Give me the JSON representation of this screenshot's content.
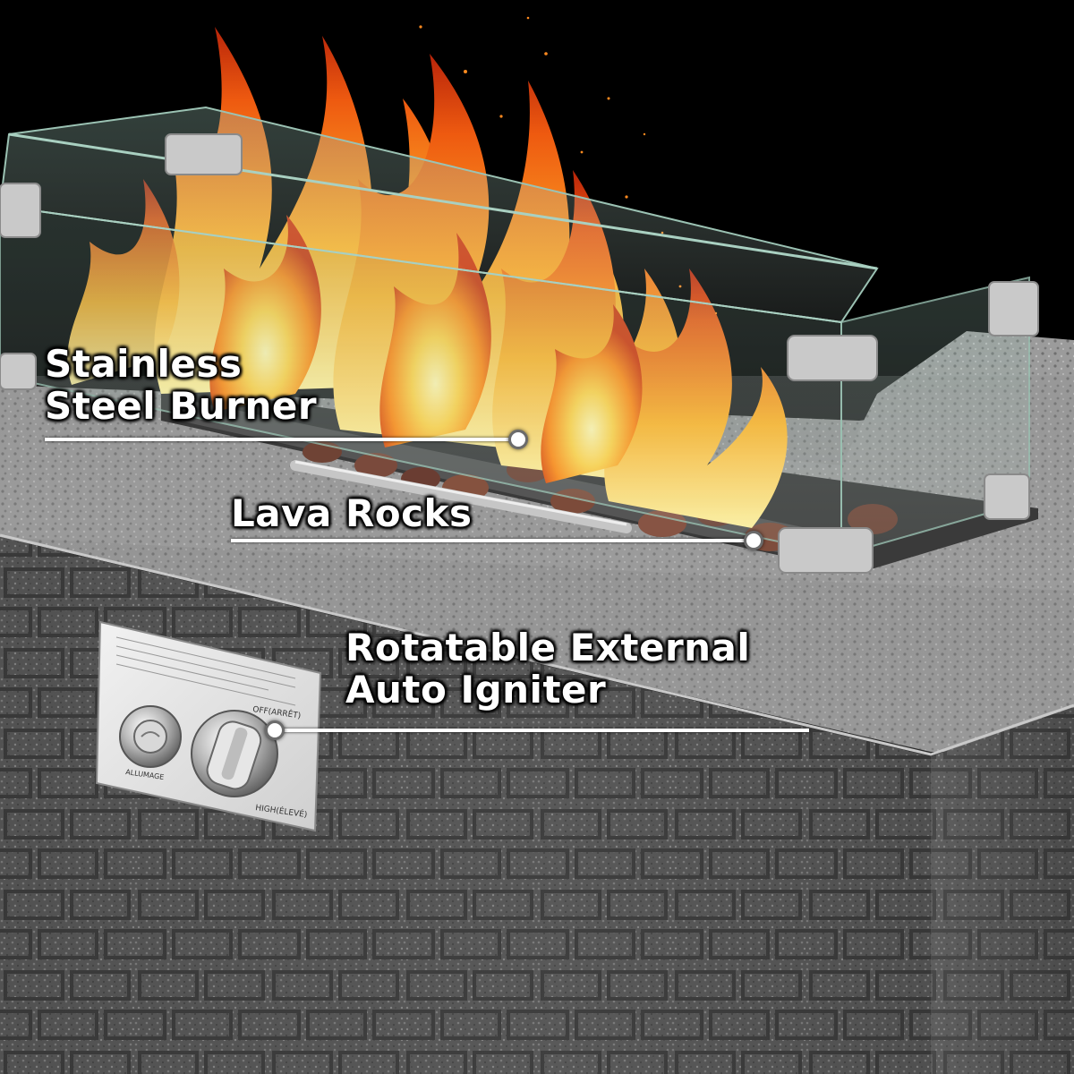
{
  "callouts": {
    "burner": {
      "line1": "Stainless",
      "line2": "Steel Burner"
    },
    "rocks": {
      "line1": "Lava Rocks"
    },
    "igniter": {
      "line1": "Rotatable External",
      "line2": "Auto Igniter"
    }
  },
  "control_panel": {
    "off_label": "OFF(ARRÊT)",
    "high_label": "HIGH(ÉLEVÉ)",
    "low_label": "ALLUMAGE"
  },
  "colors": {
    "background": "#000000",
    "flame_core": "#ffe27a",
    "flame_mid": "#ff9a1f",
    "flame_outer": "#e0400a",
    "metal_top": "#9c9c9c",
    "metal_side": "#555555",
    "callout_text": "#ffffff",
    "leader_line": "#ffffff"
  },
  "icons": {
    "burner_marker": "dot-marker-icon",
    "rocks_marker": "dot-marker-icon",
    "igniter_marker": "dot-marker-icon",
    "knob": "control-knob-icon",
    "igniter_button": "igniter-button-icon"
  }
}
